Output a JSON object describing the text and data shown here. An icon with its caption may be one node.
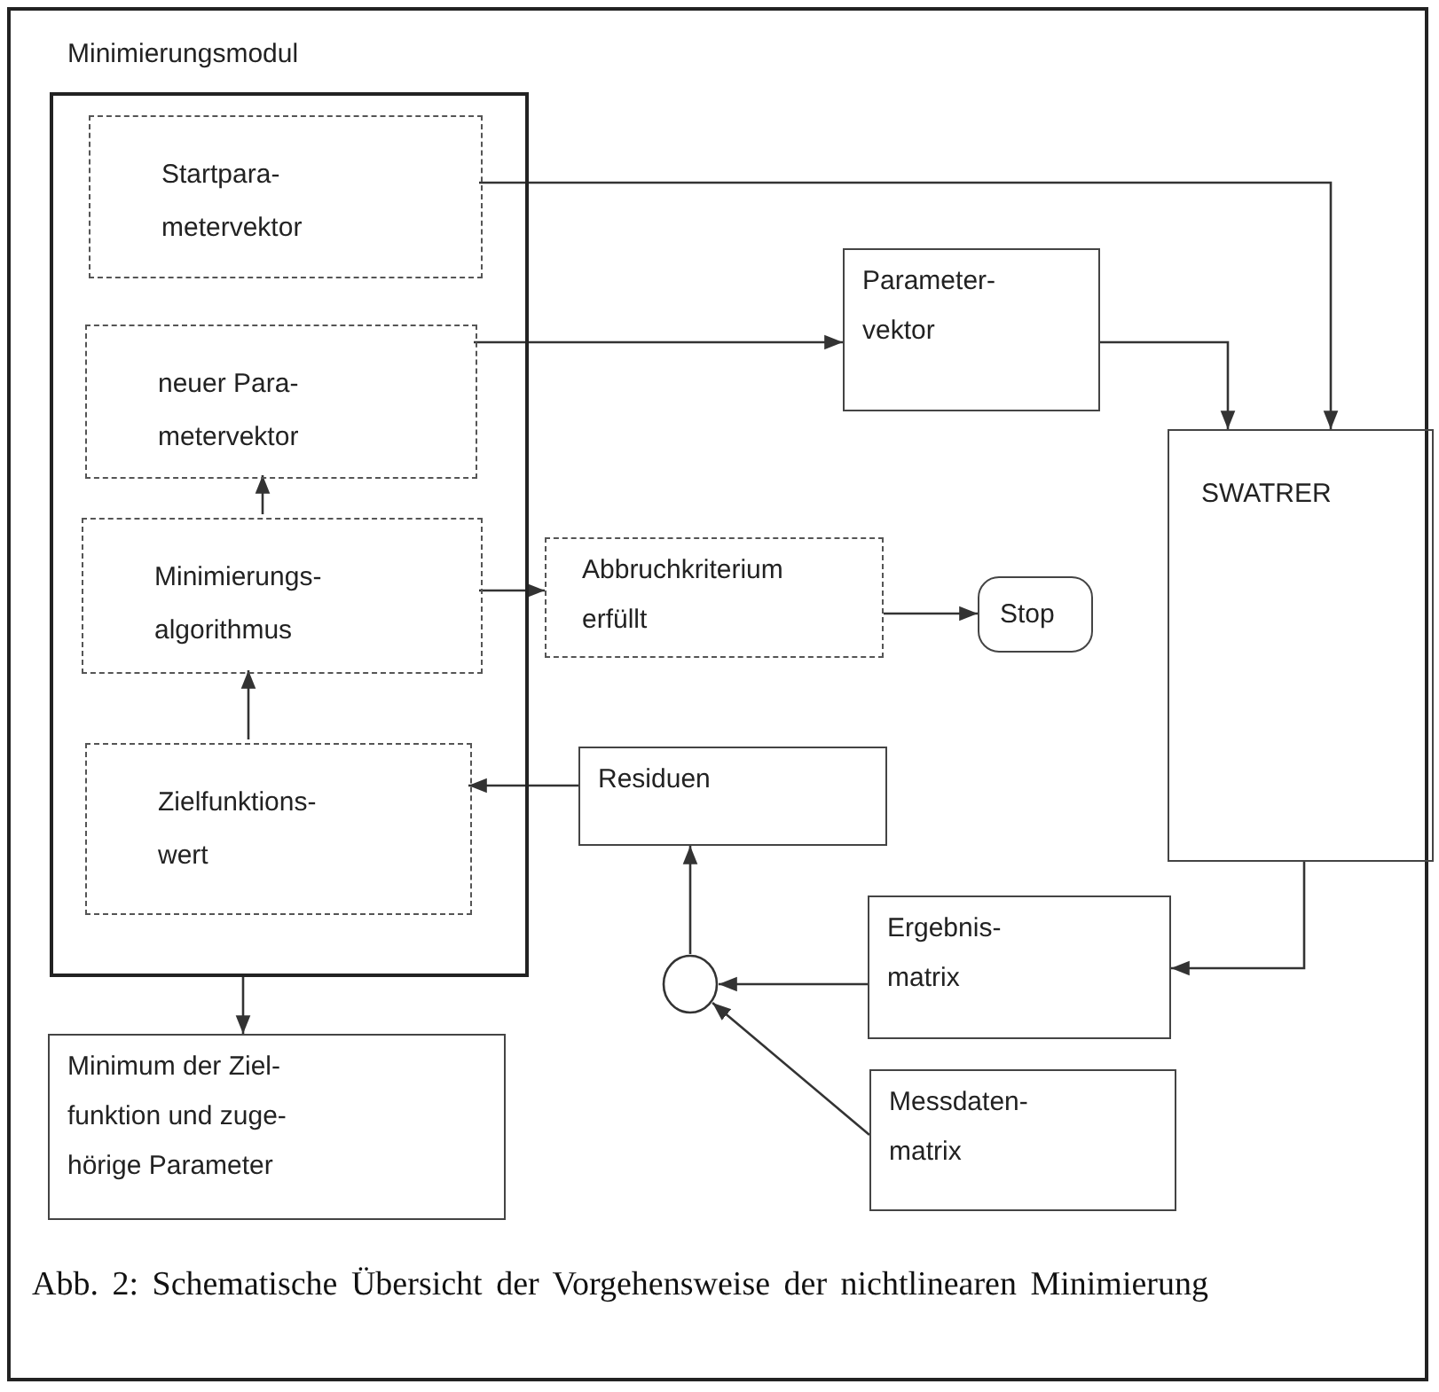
{
  "diagram": {
    "caption": "Abb. 2: Schematische Übersicht der Vorgehensweise der nichtlinearen Minimierung",
    "nodes": [
      {
        "text": [
          "Minimierungsmodul"
        ]
      },
      {
        "text": [
          "Startpara- metervektor"
        ],
        "in": 0
      },
      {
        "text": [
          "neuer Para- metervektor"
        ],
        "in": 0
      },
      {
        "text": [
          "Minimierungs- algorithmus"
        ],
        "in": 0
      },
      {
        "text": [
          "Zielfunktions- wert"
        ],
        "in": 0
      },
      {
        "text": [
          "Parameter- vektor"
        ]
      },
      {
        "text": [
          "SWATRER"
        ]
      },
      {
        "text": [
          "Abbruchkriterium erfüllt"
        ]
      },
      {
        "text": [
          "Stop"
        ]
      },
      {
        "text": [
          "Residuen"
        ]
      },
      {
        "text": [],
        "shape": "circle"
      },
      {
        "text": [
          "Ergebnis- matrix"
        ]
      },
      {
        "text": [
          "Messdaten- matrix"
        ]
      },
      {
        "text": [
          "Minimum der Ziel- funktion und zuge- hörige Parameter"
        ]
      }
    ],
    "edges": [
      {
        "from": 1,
        "to": 6,
        "arrow": "to"
      },
      {
        "from": 2,
        "to": 5,
        "arrow": "to"
      },
      {
        "from": 5,
        "to": 6,
        "arrow": "to"
      },
      {
        "from": 3,
        "to": 2,
        "arrow": "to"
      },
      {
        "from": 4,
        "to": 3,
        "arrow": "to"
      },
      {
        "from": 3,
        "to": 7,
        "arrow": "to"
      },
      {
        "from": 7,
        "to": 8,
        "arrow": "to"
      },
      {
        "from": 9,
        "to": 4,
        "arrow": "to"
      },
      {
        "from": 10,
        "to": 9,
        "arrow": "to"
      },
      {
        "from": 11,
        "to": 10,
        "arrow": "to"
      },
      {
        "from": 12,
        "to": 10,
        "arrow": "to"
      },
      {
        "from": 6,
        "to": 11,
        "arrow": "to"
      },
      {
        "from": 0,
        "to": 13,
        "arrow": "to"
      }
    ]
  }
}
